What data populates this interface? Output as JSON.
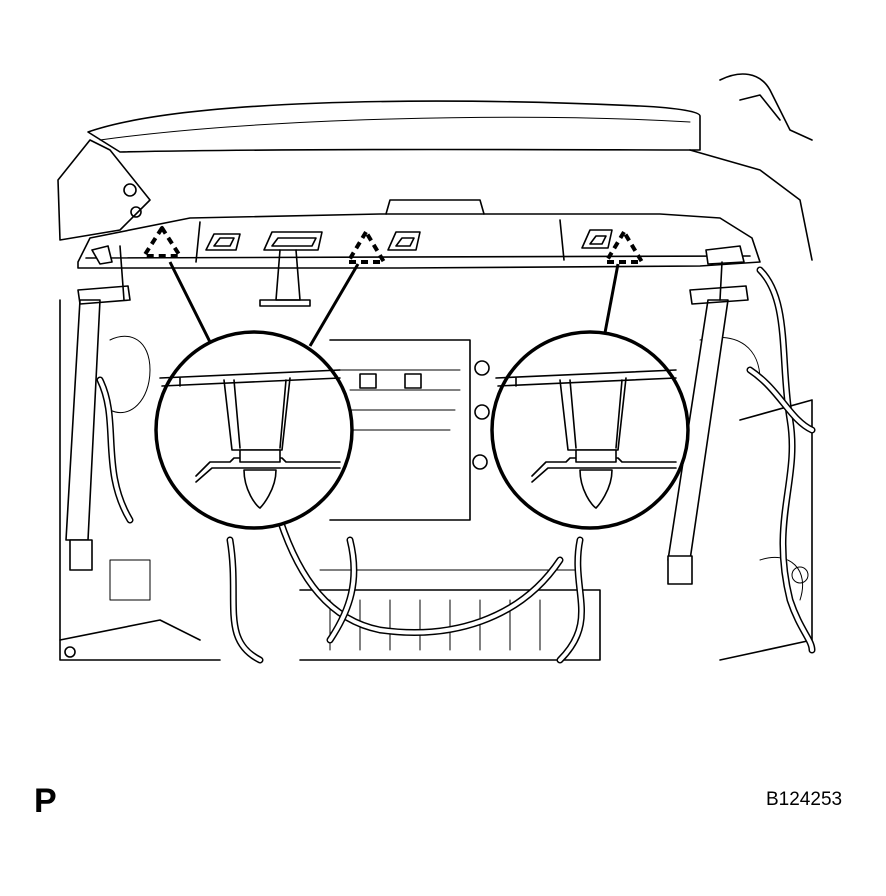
{
  "figure": {
    "view_letter": "P",
    "figure_code": "B124253"
  },
  "markers": {
    "clip_marker_count": 3,
    "detail_callout_count": 2
  }
}
